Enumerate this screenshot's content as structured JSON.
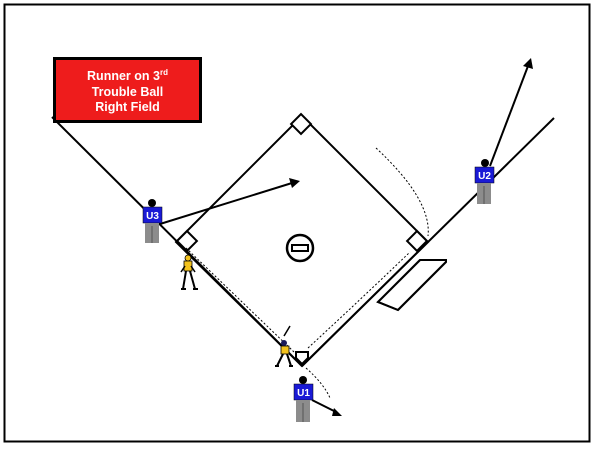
{
  "title": {
    "line1_prefix": "Runner on 3",
    "line1_suffix": "rd",
    "line2": "Trouble Ball",
    "line3": "Right Field"
  },
  "umpires": [
    {
      "id": "u1",
      "label": "U1"
    },
    {
      "id": "u2",
      "label": "U2"
    },
    {
      "id": "u3",
      "label": "U3"
    }
  ],
  "colors": {
    "title_box": "#ee1c1c",
    "umpire_shirt": "#1a1ad6",
    "umpire_pants": "#8c8c8c",
    "player_uniform": "#f2c21d"
  }
}
